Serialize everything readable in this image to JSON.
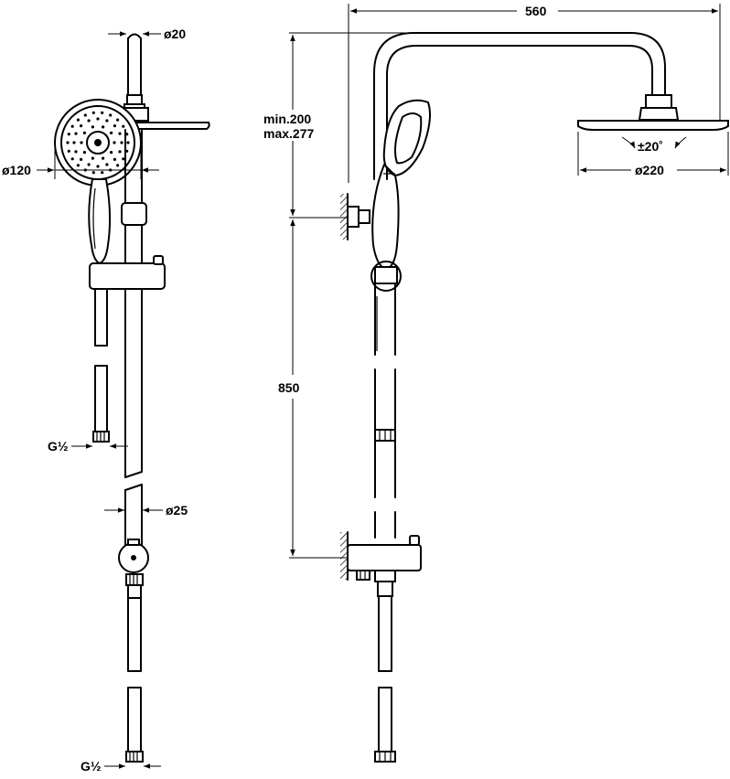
{
  "dimensions": {
    "width_560": "560",
    "dia_20": "ø20",
    "dia_120": "ø120",
    "dia_25": "ø25",
    "thread_top": "G½",
    "thread_bottom": "G½",
    "min_200": "min.200",
    "max_277": "max.277",
    "tilt_20": "±20˚",
    "dia_220": "ø220",
    "height_850": "850"
  },
  "colors": {
    "line": "#000000",
    "background": "#ffffff"
  }
}
